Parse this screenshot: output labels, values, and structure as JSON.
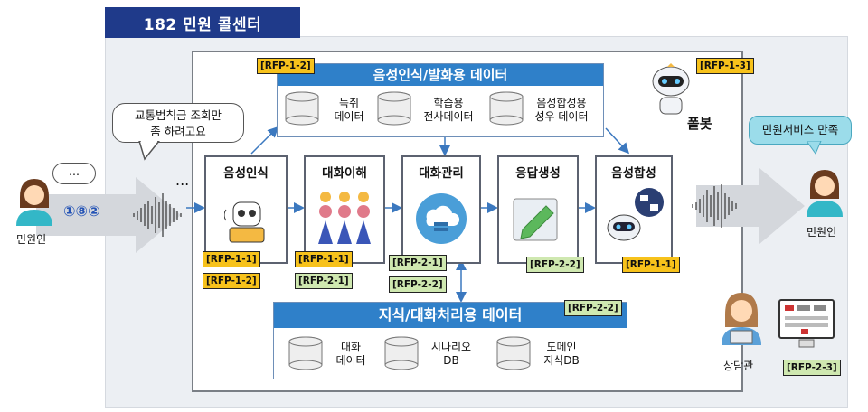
{
  "title": "182 민원 콜센터",
  "stores": {
    "top": {
      "title": "음성인식/발화용 데이터",
      "items": [
        {
          "label": "녹취\n데이터"
        },
        {
          "label": "학습용\n전사데이터"
        },
        {
          "label": "음성합성용\n성우 데이터"
        }
      ]
    },
    "bottom": {
      "title": "지식/대화처리용 데이터",
      "items": [
        {
          "label": "대화\n데이터"
        },
        {
          "label": "시나리오\nDB"
        },
        {
          "label": "도메인\n지식DB"
        }
      ]
    }
  },
  "modules": [
    {
      "label": "음성인식"
    },
    {
      "label": "대화이해"
    },
    {
      "label": "대화관리"
    },
    {
      "label": "응답생성"
    },
    {
      "label": "음성합성"
    }
  ],
  "left_person": {
    "label": "민원인",
    "speech": "교통범칙금 조회만\n좀 하려고요",
    "dial": "①⑧②",
    "ellipsis_bubble": "...",
    "ellipsis": "..."
  },
  "right_person": {
    "label": "민원인",
    "speech": "민원서비스 만족"
  },
  "robot_label": "폴봇",
  "counselor_label": "상담관",
  "tags": {
    "rfp_1_2_top": "[RFP-1-2]",
    "rfp_1_3": "[RFP-1-3]",
    "rfp_1_1_asr": "[RFP-1-1]",
    "rfp_1_2_asr": "[RFP-1-2]",
    "rfp_1_1_nlu": "[RFP-1-1]",
    "rfp_2_1_nlu": "[RFP-2-1]",
    "rfp_2_1_dm": "[RFP-2-1]",
    "rfp_2_2_dm": "[RFP-2-2]",
    "rfp_2_2_gen": "[RFP-2-2]",
    "rfp_1_1_tts": "[RFP-1-1]",
    "rfp_2_2_kb": "[RFP-2-2]",
    "rfp_2_3": "[RFP-2-3]"
  },
  "colors": {
    "title_bg": "#1f3a8a",
    "store_header": "#2f80c9",
    "tag_yellow": "#f7c21b",
    "tag_green": "#cfe8b0",
    "flow_arrow": "#c9cdd2"
  }
}
